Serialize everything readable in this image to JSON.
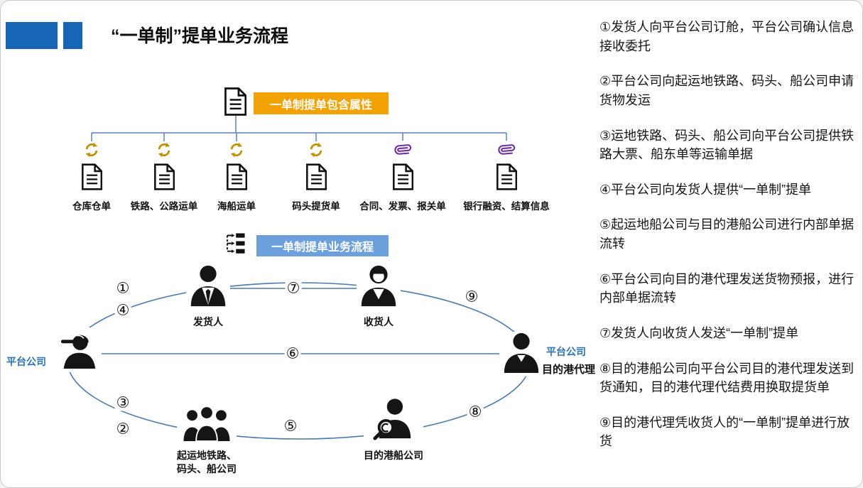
{
  "title": "“一单制”提单业务流程",
  "attributes": {
    "banner": "一单制提单包含属性",
    "items": [
      {
        "icon": "sync-icon",
        "label": "仓库仓单"
      },
      {
        "icon": "sync-icon",
        "label": "铁路、公路运单"
      },
      {
        "icon": "sync-icon",
        "label": "海船运单"
      },
      {
        "icon": "sync-icon",
        "label": "码头提货单"
      },
      {
        "icon": "paperclip-icon",
        "label": "合同、发票、报关单"
      },
      {
        "icon": "paperclip-icon",
        "label": "银行融资、结算信息"
      }
    ]
  },
  "flow": {
    "banner": "一单制提单业务流程",
    "actors": {
      "shipper": "发货人",
      "consignee": "收货人",
      "platform_left": "平台公司",
      "dest_agent_top": "平台公司",
      "dest_agent": "目的港代理",
      "origin_group_line1": "起运地铁路、",
      "origin_group_line2": "码头、船公司",
      "dest_ship": "目的港船公司"
    },
    "markers": [
      "①",
      "④",
      "⑦",
      "⑨",
      "⑥",
      "③",
      "②",
      "⑤",
      "⑧"
    ]
  },
  "steps": [
    "①发货人向平台公司订舱，平台公司确认信息接收委托",
    "②平台公司向起运地铁路、码头、船公司申请货物发运",
    "③运地铁路、码头、船公司向平台公司提供铁路大票、船东单等运输单据",
    "④平台公司向发货人提供“一单制”提单",
    "⑤起运地船公司与目的港船公司进行内部单据流转",
    "⑥平台公司向目的港代理发送货物预报，进行内部单据流转",
    "⑦发货人向收货人发送“一单制”提单",
    "⑧目的港船公司向平台公司目的港代理发送到货通知，目的港代理代结费用换取提货单",
    "⑨目的港代理凭收货人的“一单制”提单进行放货"
  ],
  "colors": {
    "accent_blue": "#2E74B5",
    "banner_amber": "#F2A202",
    "banner_blue": "#6CA0DC",
    "line_blue": "#4A7AAD",
    "icon_gold": "#BF9000",
    "icon_purple": "#7030A0",
    "logo_blue": "#1765B5"
  }
}
